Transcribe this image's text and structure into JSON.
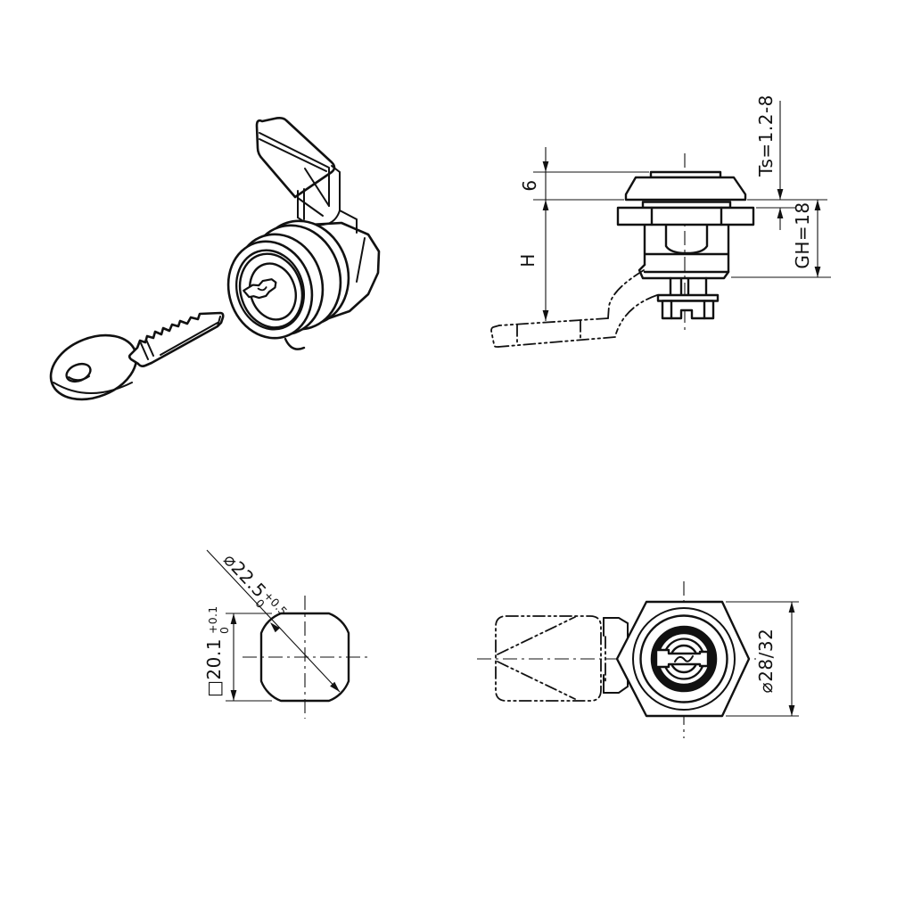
{
  "side_view": {
    "dim_head_height": "6",
    "dim_height": "H",
    "dim_panel_range": "Ts=1.2-8",
    "dim_thread_height": "GH=18"
  },
  "profile_view": {
    "dim_corner_diameter": "⌀22.5",
    "dim_corner_tol_upper": "+0.5",
    "dim_corner_tol_lower": "0",
    "dim_square": "□20.1",
    "dim_square_tol_upper": "+0.1",
    "dim_square_tol_lower": "0"
  },
  "front_view": {
    "dim_face_diameter": "⌀28/32"
  },
  "colors": {
    "line": "#111111",
    "background": "#ffffff"
  }
}
